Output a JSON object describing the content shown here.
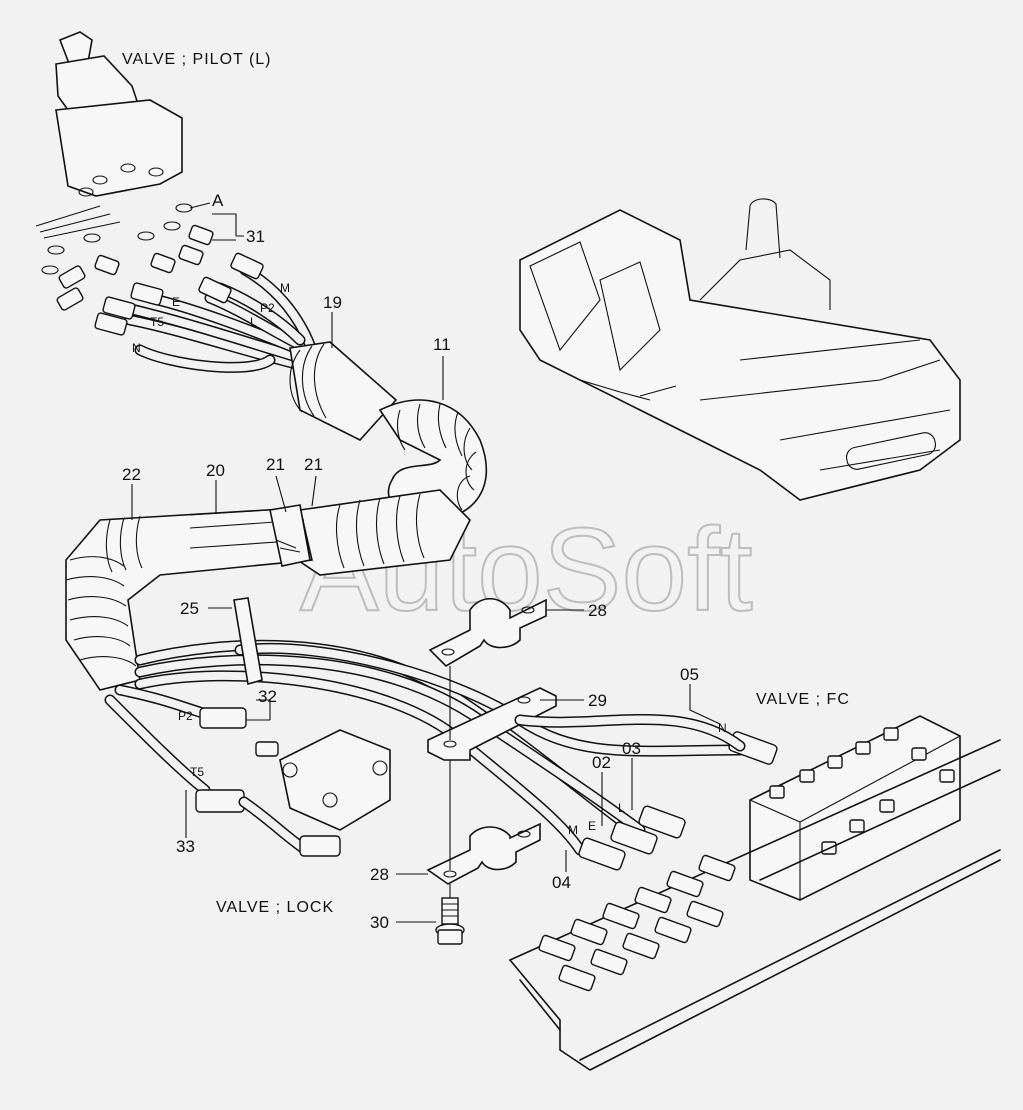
{
  "labels": {
    "valve_pilot": "VALVE ; PILOT (L)",
    "valve_fc": "VALVE ; FC",
    "valve_lock": "VALVE ; LOCK"
  },
  "callouts": {
    "c31": "31",
    "c19": "19",
    "c11": "11",
    "c22": "22",
    "c20": "20",
    "c21a": "21",
    "c21b": "21",
    "c25": "25",
    "c28a": "28",
    "c28b": "28",
    "c29": "29",
    "c05": "05",
    "c02": "02",
    "c03": "03",
    "c04": "04",
    "c32": "32",
    "c33": "33",
    "c30": "30"
  },
  "ports": {
    "A": "A",
    "M_top": "M",
    "P2_top": "P2",
    "E_top": "E",
    "L_top": "L",
    "T5_top": "T5",
    "N_top": "N",
    "P2_low": "P2",
    "T5_low": "T5",
    "N_fc": "N",
    "L_fc": "L",
    "E_fc": "E",
    "M_fc": "M"
  },
  "watermark": "AutoSoft"
}
